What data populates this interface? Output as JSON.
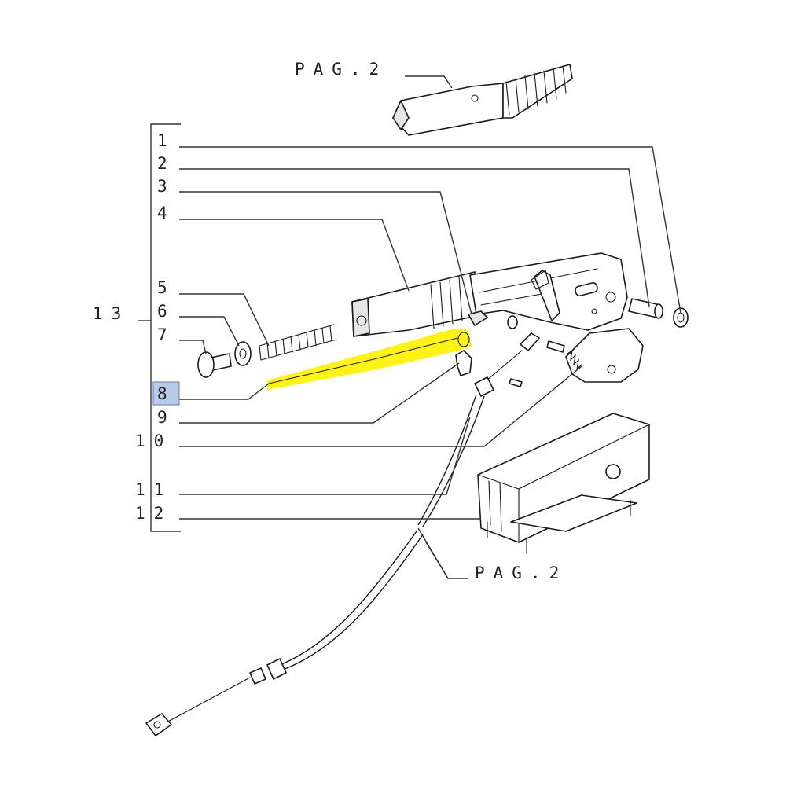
{
  "labels": {
    "pag_top": "PAG.2",
    "pag_bottom": "PAG.2",
    "l1": "1",
    "l2": "2",
    "l3": "3",
    "l4": "4",
    "l5": "5",
    "l6": "6",
    "l7": "7",
    "l8": "8",
    "l9": "9",
    "l10": "10",
    "l11": "11",
    "l12": "12",
    "l13": "13"
  },
  "colors": {
    "highlight": "#fff200",
    "selected_box": "#b7cbe6"
  }
}
